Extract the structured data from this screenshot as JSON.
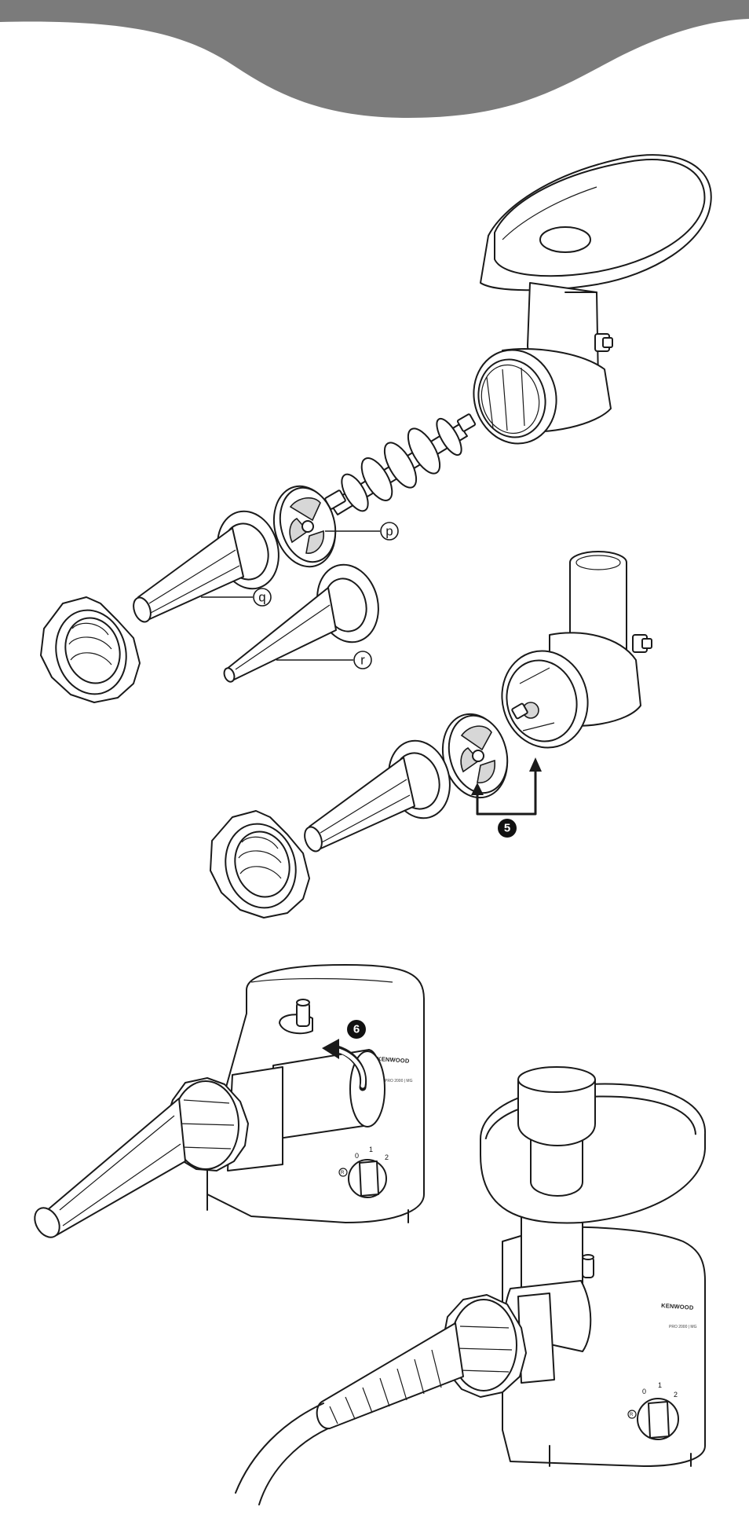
{
  "colors": {
    "header_band": "#7b7b7b",
    "line": "#1a1a1a",
    "background": "#ffffff"
  },
  "callouts": {
    "p": "p",
    "q": "q",
    "r": "r"
  },
  "steps": {
    "five": "5",
    "six": "6"
  },
  "brand": {
    "logo": "KENWOOD",
    "model": "PRO 2000 | MG"
  },
  "dial": {
    "off": "0",
    "speed1": "1",
    "speed2": "2",
    "reverse": "R"
  }
}
